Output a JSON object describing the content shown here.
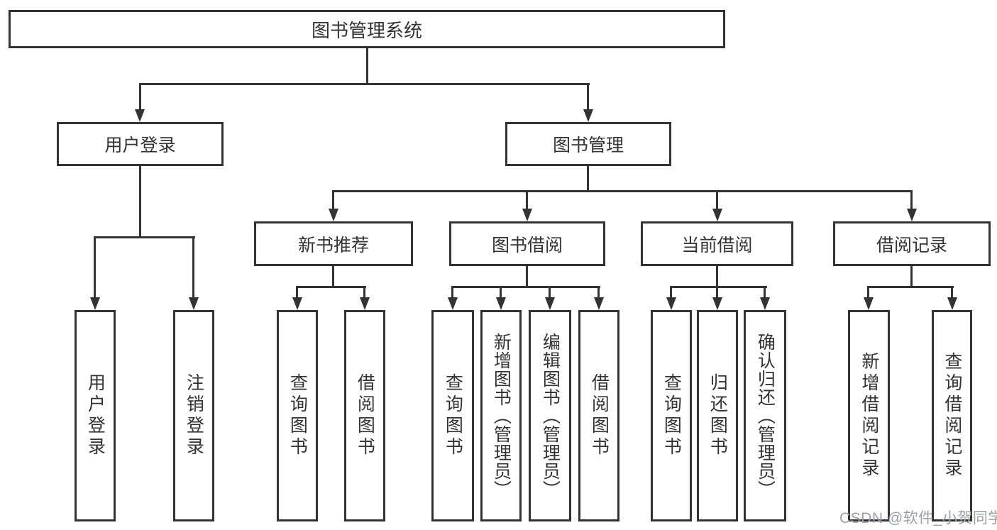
{
  "diagram": {
    "root": {
      "label": "图书管理系统"
    },
    "branches": [
      {
        "label": "用户登录",
        "children": [
          {
            "label": "用户登录"
          },
          {
            "label": "注销登录"
          }
        ]
      },
      {
        "label": "图书管理",
        "sections": [
          {
            "label": "新书推荐",
            "children": [
              {
                "label": "查询图书"
              },
              {
                "label": "借阅图书"
              }
            ]
          },
          {
            "label": "图书借阅",
            "children": [
              {
                "label": "查询图书"
              },
              {
                "label": "新增图书（管理员）"
              },
              {
                "label": "编辑图书（管理员）"
              },
              {
                "label": "借阅图书"
              }
            ]
          },
          {
            "label": "当前借阅",
            "children": [
              {
                "label": "查询图书"
              },
              {
                "label": "归还图书"
              },
              {
                "label": "确认归还（管理员）"
              }
            ]
          },
          {
            "label": "借阅记录",
            "children": [
              {
                "label": "新增借阅记录"
              },
              {
                "label": "查询借阅记录"
              }
            ]
          }
        ]
      }
    ]
  },
  "watermark": {
    "text": "CSDN @软件_小贺同学"
  },
  "colors": {
    "line": "#333333",
    "text": "#333333",
    "box_background": "#ffffff",
    "page_background": "#ffffff",
    "watermark": "#9ca1a7"
  }
}
